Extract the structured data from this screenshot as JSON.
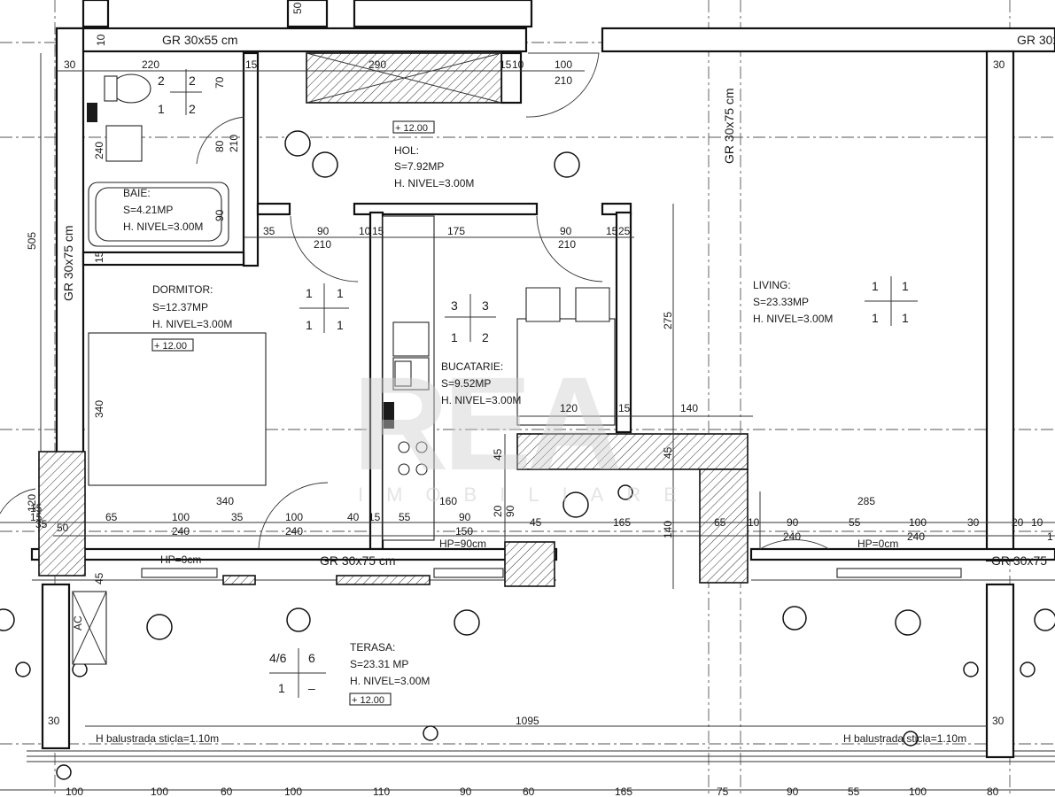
{
  "watermark": {
    "logo": "REA",
    "subtitle": "IMOBILIARE"
  },
  "beams": {
    "top_left": "GR 30x55 cm",
    "top_right": "GR 30x",
    "left_vertical": "GR 30x75 cm",
    "center_vertical": "GR 30x75 cm",
    "bottom_center": "GR 30x75 cm",
    "bottom_right": "GR 30x75"
  },
  "rooms": {
    "baie": {
      "name": "BAIE:",
      "area": "S=4.21MP",
      "height": "H. NIVEL=3.00M"
    },
    "hol": {
      "name": "HOL:",
      "area": "S=7.92MP",
      "height": "H. NIVEL=3.00M"
    },
    "dormitor": {
      "name": "DORMITOR:",
      "area": "S=12.37MP",
      "height": "H. NIVEL=3.00M"
    },
    "bucatarie": {
      "name": "BUCATARIE:",
      "area": "S=9.52MP",
      "height": "H. NIVEL=3.00M"
    },
    "living": {
      "name": "LIVING:",
      "area": "S=23.33MP",
      "height": "H. NIVEL=3.00M"
    },
    "terasa": {
      "name": "TERASA:",
      "area": "S=23.31 MP",
      "height": "H. NIVEL=3.00M"
    }
  },
  "levels": {
    "hol": "+ 12.00",
    "dormitor": "+ 12.00",
    "terasa": "+ 12.00"
  },
  "codes": {
    "baie": [
      "2",
      "2",
      "1",
      "2"
    ],
    "dormitor": [
      "1",
      "1",
      "1",
      "1"
    ],
    "bucatarie": [
      "3",
      "3",
      "1",
      "2"
    ],
    "living": [
      "1",
      "1",
      "1",
      "1"
    ],
    "terasa": [
      "4/6",
      "6",
      "1",
      "–"
    ]
  },
  "sill_notes": {
    "dormitor": "HP=0cm",
    "bucatarie": "HP=90cm",
    "living": "HP=0cm"
  },
  "balustrade": {
    "left": "H balustrada sticla=1.10m",
    "right": "H balustrada sticla=1.10m"
  },
  "ac_label": "AC",
  "dimensions": {
    "top_row": [
      "30",
      "220",
      "15",
      "290",
      "15",
      "10",
      "100",
      "210",
      "30"
    ],
    "top_edge": [
      "10",
      "50"
    ],
    "baie_vertical": [
      "70",
      "240",
      "90",
      "15"
    ],
    "hol_door": [
      "80",
      "210"
    ],
    "hol_row": [
      "35",
      "90",
      "210",
      "10",
      "15",
      "175",
      "90",
      "210",
      "15",
      "25"
    ],
    "left_vertical": [
      "505",
      "340",
      "120",
      "15",
      "50"
    ],
    "kitchen_vertical": [
      "275",
      "45",
      "45",
      "20",
      "90"
    ],
    "counter": [
      "120",
      "15",
      "140"
    ],
    "door_row": [
      "35",
      "15",
      "65",
      "100",
      "240",
      "35",
      "340",
      "100",
      "240",
      "40",
      "15",
      "55",
      "160",
      "90",
      "150",
      "45",
      "165",
      "140",
      "65",
      "10",
      "90",
      "240",
      "55",
      "100",
      "240",
      "285",
      "30",
      "20",
      "10",
      "1"
    ],
    "terrace": [
      "45",
      "30",
      "1095",
      "30"
    ],
    "bottom_row": [
      "100",
      "100",
      "60",
      "100",
      "110",
      "90",
      "60",
      "165",
      "75",
      "90",
      "55",
      "100",
      "80"
    ]
  }
}
